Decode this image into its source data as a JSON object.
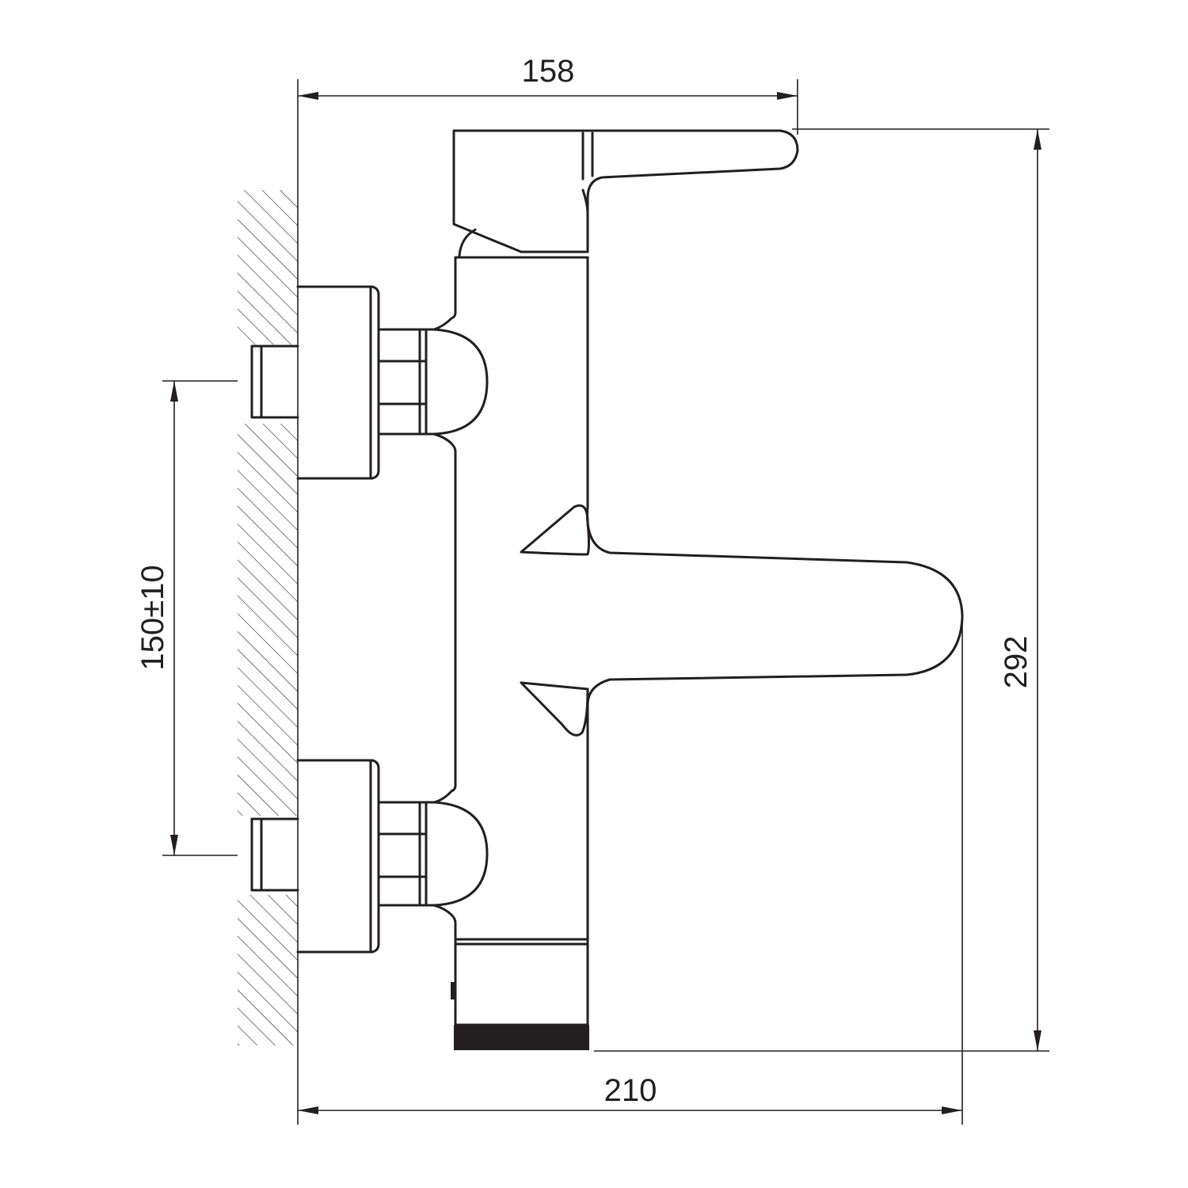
{
  "dimensions": {
    "top_width": "158",
    "overall_height": "292",
    "inlet_spacing": "150±10",
    "overall_depth": "210"
  },
  "colors": {
    "line": "#231f20",
    "hatch": "#231f20",
    "background": "#ffffff"
  }
}
